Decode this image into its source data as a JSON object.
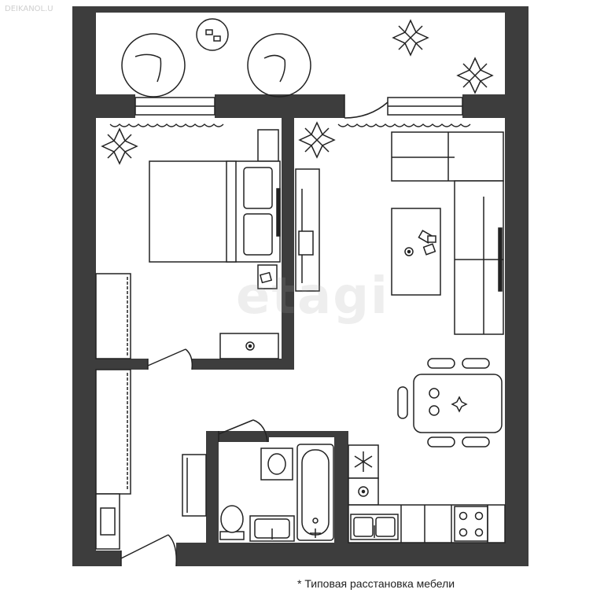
{
  "caption": "* Типовая расстановка мебели",
  "watermark": "etagi",
  "corner_mark": "DEIKANOL.U",
  "colors": {
    "wall": "#3d3d3d",
    "line": "#222222",
    "fill": "#ffffff"
  }
}
